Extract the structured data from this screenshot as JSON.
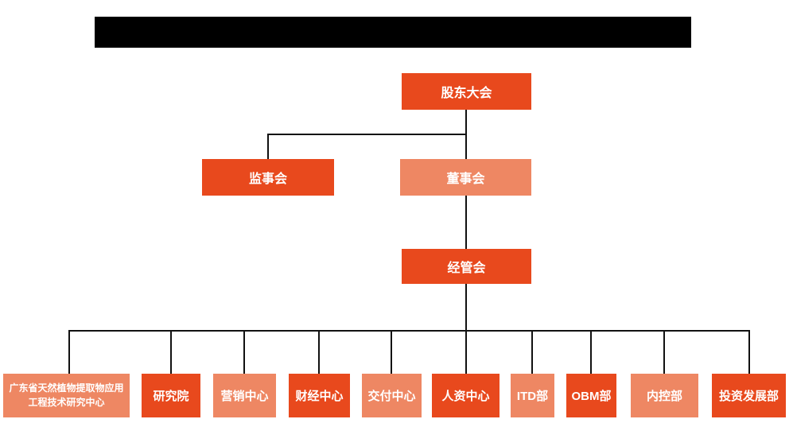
{
  "colors": {
    "primary": "#E8491D",
    "secondary": "#EE8763",
    "line": "#111111",
    "node_text": "#ffffff",
    "redaction": "#000000"
  },
  "title_bar": {
    "type": "redacted-black-bar",
    "text": ""
  },
  "org_chart": {
    "type": "org-tree",
    "nodes": {
      "shareholders": {
        "label": "股东大会",
        "variant": "primary"
      },
      "supervisory": {
        "label": "监事会",
        "variant": "primary"
      },
      "board": {
        "label": "董事会",
        "variant": "secondary"
      },
      "management": {
        "label": "经管会",
        "variant": "primary"
      }
    },
    "departments": [
      {
        "label": "广东省天然植物提取物应用工程技术研究中心",
        "variant": "secondary"
      },
      {
        "label": "研究院",
        "variant": "primary"
      },
      {
        "label": "营销中心",
        "variant": "secondary"
      },
      {
        "label": "财经中心",
        "variant": "primary"
      },
      {
        "label": "交付中心",
        "variant": "secondary"
      },
      {
        "label": "人资中心",
        "variant": "primary"
      },
      {
        "label": "ITD部",
        "variant": "secondary"
      },
      {
        "label": "OBM部",
        "variant": "primary"
      },
      {
        "label": "内控部",
        "variant": "secondary"
      },
      {
        "label": "投资发展部",
        "variant": "primary"
      }
    ],
    "edges": [
      [
        "股东大会",
        "监事会"
      ],
      [
        "股东大会",
        "董事会"
      ],
      [
        "董事会",
        "经管会"
      ],
      [
        "经管会",
        "广东省天然植物提取物应用工程技术研究中心"
      ],
      [
        "经管会",
        "研究院"
      ],
      [
        "经管会",
        "营销中心"
      ],
      [
        "经管会",
        "财经中心"
      ],
      [
        "经管会",
        "交付中心"
      ],
      [
        "经管会",
        "人资中心"
      ],
      [
        "经管会",
        "ITD部"
      ],
      [
        "经管会",
        "OBM部"
      ],
      [
        "经管会",
        "内控部"
      ],
      [
        "经管会",
        "投资发展部"
      ]
    ]
  }
}
